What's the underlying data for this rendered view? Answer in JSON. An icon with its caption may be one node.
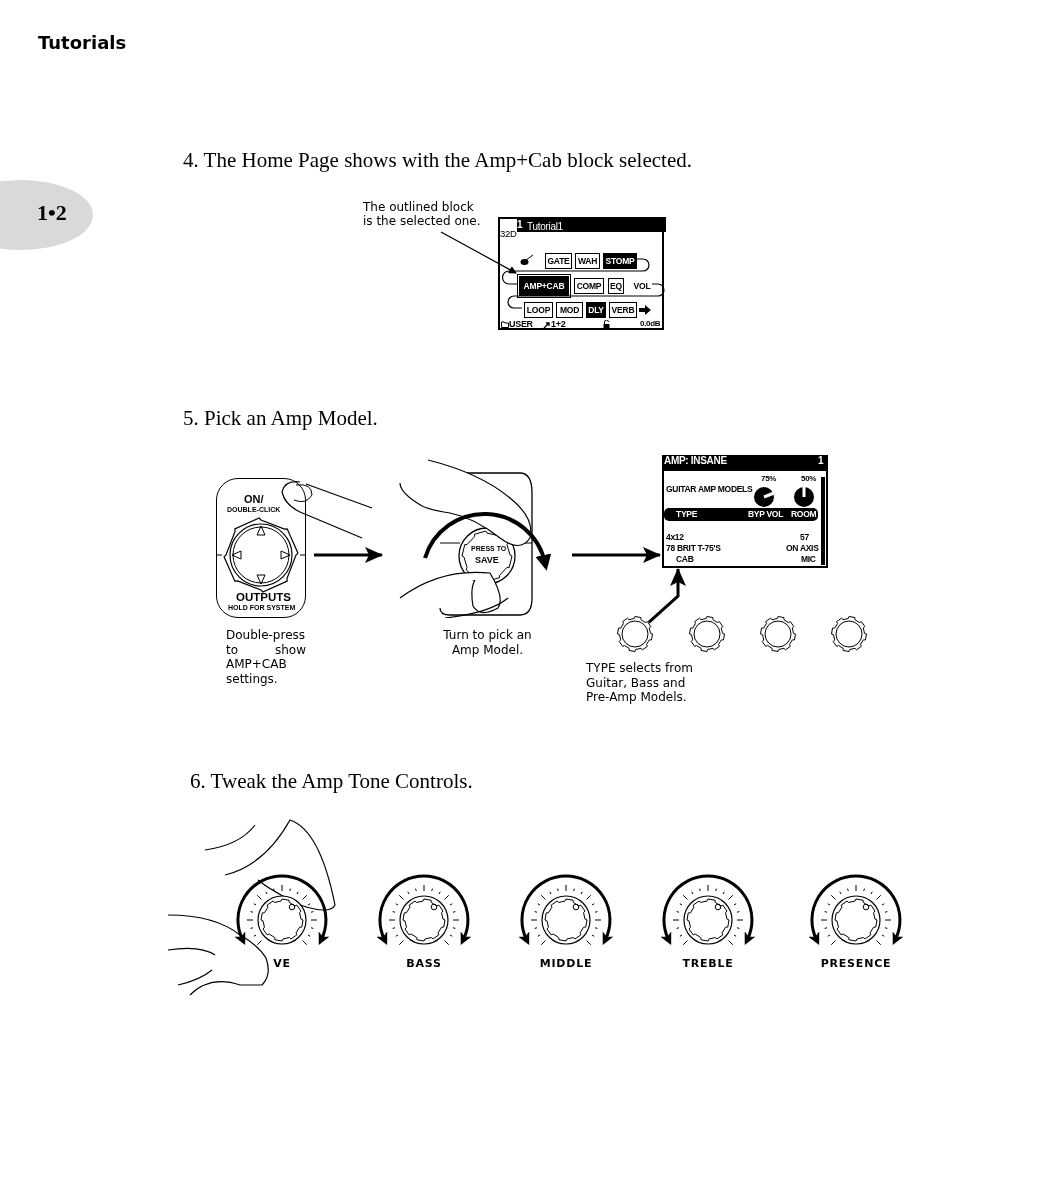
{
  "diagram": {
    "title": "Tutorials",
    "nodes": [
      {
        "text": [
          "The outlined block is the selected one."
        ]
      },
      {
        "text": [
          "1",
          "Tutorial1",
          "32D",
          "USER",
          "1+2",
          "0.0dB"
        ]
      },
      {
        "text": [
          "GATE"
        ],
        "in": 1
      },
      {
        "text": [
          "WAH"
        ],
        "in": 1
      },
      {
        "text": [
          "STOMP"
        ],
        "in": 1
      },
      {
        "text": [
          "AMP+CAB"
        ],
        "in": 1
      },
      {
        "text": [
          "COMP"
        ],
        "in": 1
      },
      {
        "text": [
          "EQ"
        ],
        "in": 1
      },
      {
        "text": [
          "VOL"
        ],
        "in": 1
      },
      {
        "text": [
          "LOOP"
        ],
        "in": 1
      },
      {
        "text": [
          "MOD"
        ],
        "in": 1
      },
      {
        "text": [
          "DLY"
        ],
        "in": 1
      },
      {
        "text": [
          "VERB"
        ],
        "in": 1
      },
      {
        "text": [
          "ON/",
          "DOUBLE-CLICK",
          "OUTPUTS",
          "HOLD FOR SYSTEM"
        ],
        "beside": [
          "Double-press to show AMP+CAB settings."
        ]
      },
      {
        "text": [
          "PRESS TO",
          "SAVE"
        ],
        "beside": [
          "Turn to pick an Amp Model."
        ]
      },
      {
        "text": [
          "AMP: INSANE",
          "1",
          "75%",
          "50%",
          "GUITAR AMP MODELS",
          "TYPE",
          "BYP VOL",
          "ROOM",
          "4x12",
          "78 BRIT T-75'S",
          "CAB",
          "57",
          "ON AXIS",
          "MIC"
        ]
      },
      {
        "text": [],
        "shape": "circle",
        "beside": [
          "TYPE selects from Guitar, Bass and Pre-Amp Models."
        ]
      },
      {
        "text": [],
        "shape": "circle"
      },
      {
        "text": [],
        "shape": "circle"
      },
      {
        "text": [],
        "shape": "circle"
      },
      {
        "text": [
          "VE"
        ]
      },
      {
        "text": [
          "BASS"
        ]
      },
      {
        "text": [
          "MIDDLE"
        ]
      },
      {
        "text": [
          "TREBLE"
        ]
      },
      {
        "text": [
          "PRESENCE"
        ]
      }
    ],
    "edges": [
      {
        "from": 0,
        "to": 5,
        "arrow": "to"
      },
      {
        "from": 4,
        "to": 5,
        "arrow": "none"
      },
      {
        "from": 8,
        "to": 9,
        "arrow": "none"
      },
      {
        "from": 13,
        "to": 14,
        "arrow": "to",
        "style": "thick"
      },
      {
        "from": 14,
        "to": 15,
        "arrow": "to",
        "style": "thick"
      },
      {
        "from": 16,
        "to": 15,
        "arrow": "to",
        "style": "thick"
      }
    ],
    "labels": [
      "1•2",
      "4. The Home Page shows with the Amp+Cab block selected.",
      "5. Pick an Amp Model.",
      "6. Tweak the Amp Tone Controls."
    ]
  }
}
